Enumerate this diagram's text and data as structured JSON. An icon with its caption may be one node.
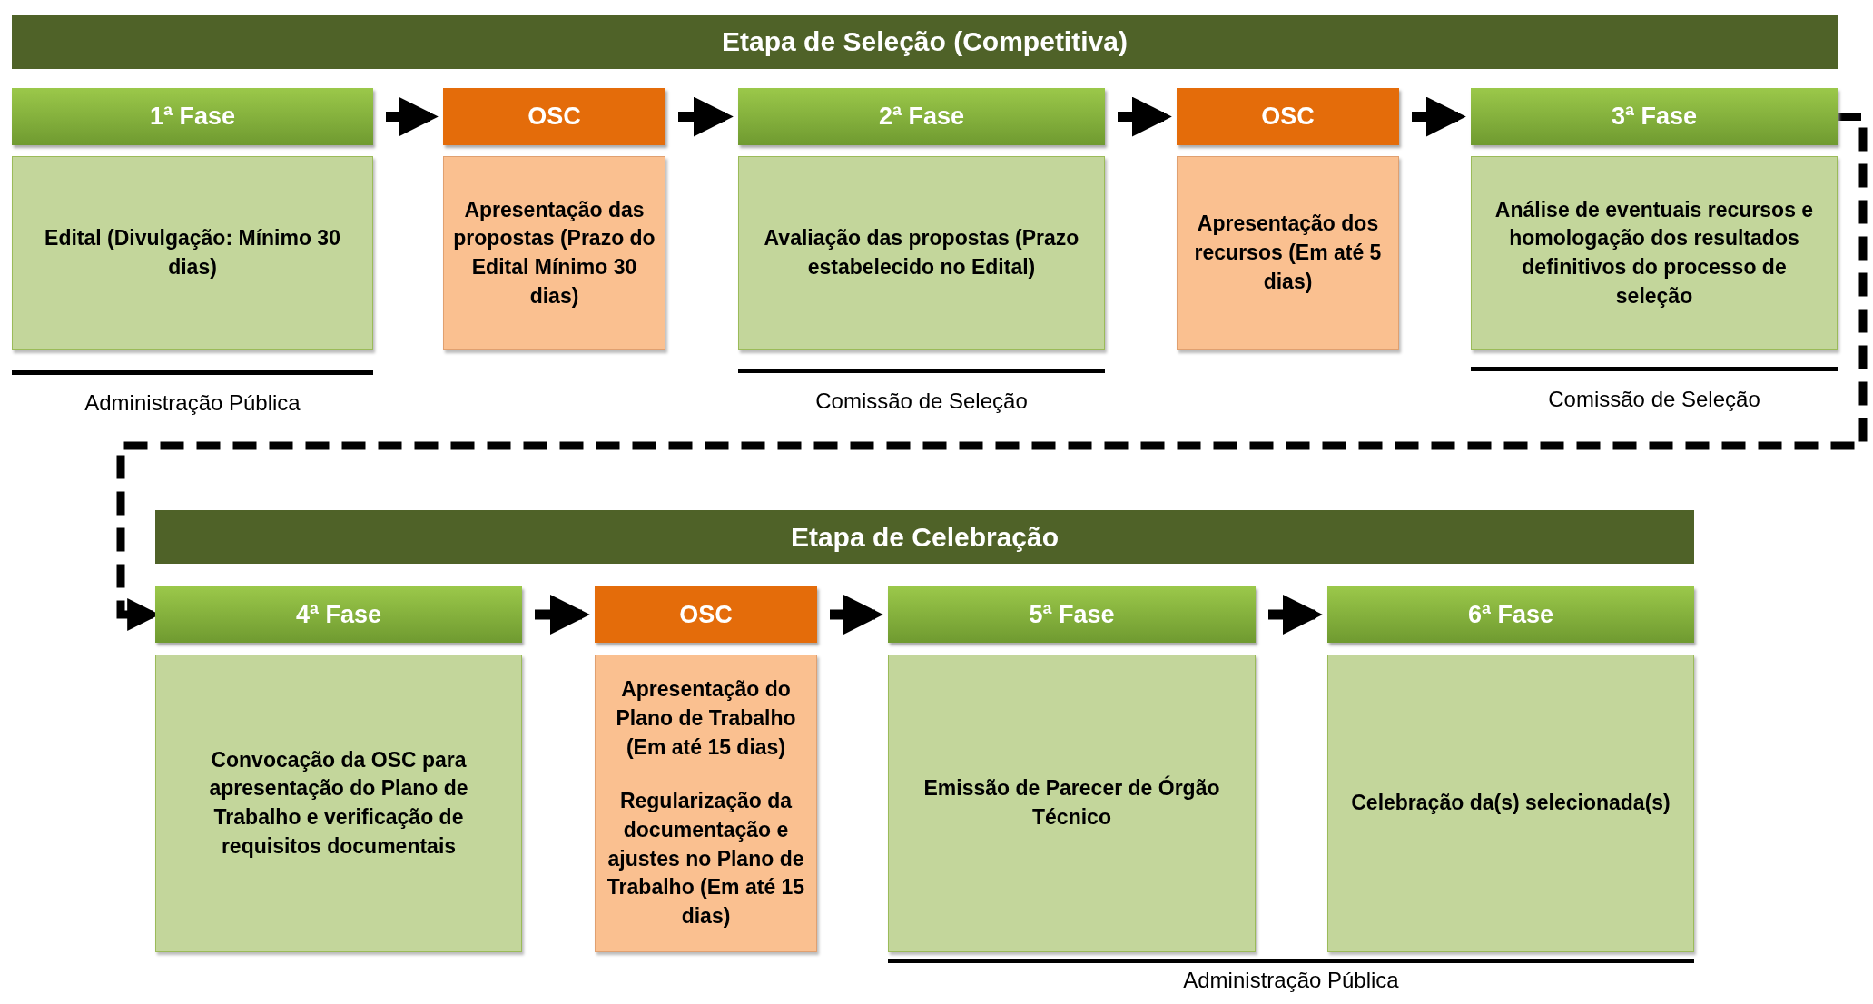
{
  "diagram": {
    "nodes": [
      {
        "text": [
          "Etapa de Seleção (Competitiva)"
        ]
      },
      {
        "text": [
          "1ª Fase"
        ]
      },
      {
        "text": [
          "Edital (Divulgação: Mínimo 30 dias)"
        ]
      },
      {
        "text": [
          "OSC"
        ]
      },
      {
        "text": [
          "Apresentação das propostas (Prazo do Edital Mínimo 30 dias)"
        ]
      },
      {
        "text": [
          "2ª Fase"
        ]
      },
      {
        "text": [
          "Avaliação das propostas (Prazo estabelecido no Edital)"
        ]
      },
      {
        "text": [
          "OSC"
        ]
      },
      {
        "text": [
          "Apresentação dos recursos (Em até 5 dias)"
        ]
      },
      {
        "text": [
          "3ª Fase"
        ]
      },
      {
        "text": [
          "Análise de eventuais recursos e homologação dos resultados definitivos do processo de seleção"
        ]
      },
      {
        "text": [
          "Etapa de Celebração"
        ]
      },
      {
        "text": [
          "4ª Fase"
        ]
      },
      {
        "text": [
          "Convocação da OSC para apresentação do Plano de Trabalho e verificação de requisitos documentais"
        ]
      },
      {
        "text": [
          "OSC"
        ]
      },
      {
        "text": [
          "Apresentação do Plano de Trabalho (Em até 15 dias)",
          "Regularização da documentação e ajustes no Plano de Trabalho (Em até 15 dias)"
        ]
      },
      {
        "text": [
          "5ª Fase"
        ]
      },
      {
        "text": [
          "Emissão de Parecer de Órgão Técnico"
        ]
      },
      {
        "text": [
          "6ª Fase"
        ]
      },
      {
        "text": [
          "Celebração da(s) selecionada(s)"
        ]
      }
    ],
    "edges": [
      {
        "from": 1,
        "to": 3,
        "arrow": "to"
      },
      {
        "from": 3,
        "to": 5,
        "arrow": "to"
      },
      {
        "from": 5,
        "to": 7,
        "arrow": "to"
      },
      {
        "from": 7,
        "to": 9,
        "arrow": "to"
      },
      {
        "from": 9,
        "to": 12,
        "arrow": "to",
        "style": "dashed"
      },
      {
        "from": 12,
        "to": 14,
        "arrow": "to"
      },
      {
        "from": 14,
        "to": 16,
        "arrow": "to"
      },
      {
        "from": 16,
        "to": 18,
        "arrow": "to"
      }
    ],
    "labels": [
      "Administração Pública",
      "Comissão de Seleção",
      "Comissão de Seleção",
      "Administração Pública"
    ]
  }
}
